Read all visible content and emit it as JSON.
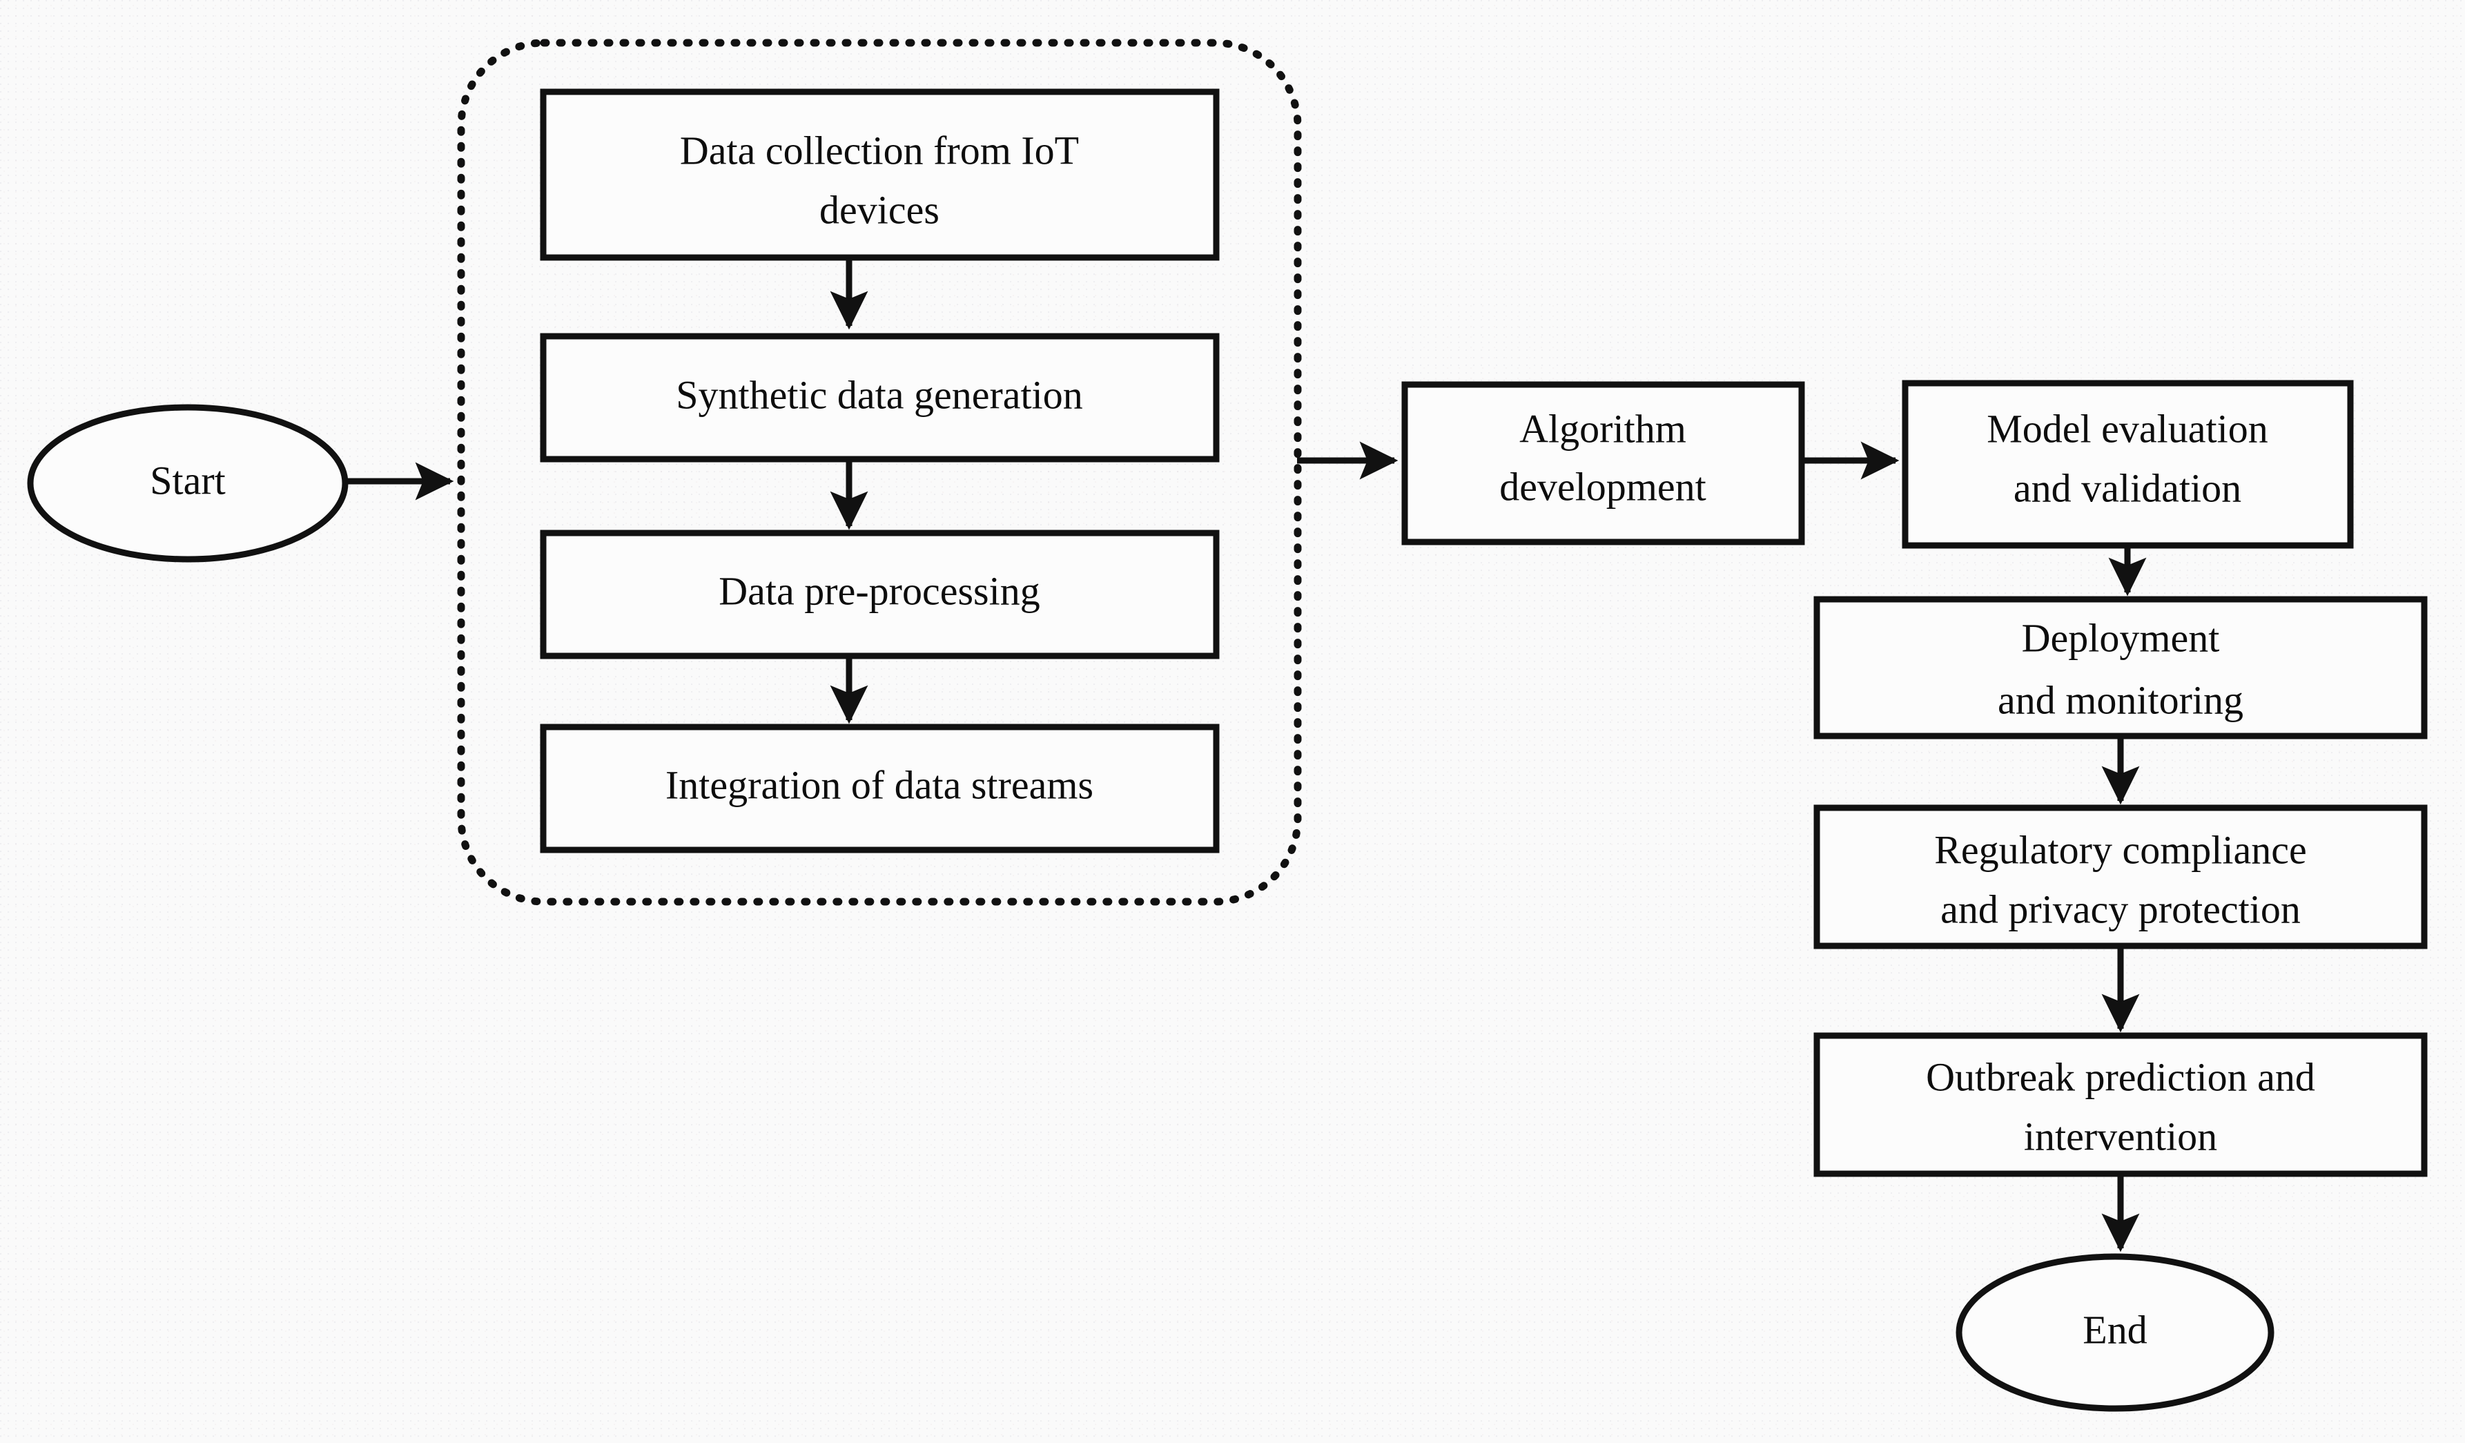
{
  "diagram": {
    "title": "IoT-driven outbreak prediction pipeline flowchart",
    "background_color": "#fafafa",
    "stroke_color": "#111111",
    "node_fill": "#fcfcfc",
    "group": {
      "style": "dotted-rounded-rectangle",
      "label": ""
    },
    "nodes": {
      "start": {
        "label": "Start",
        "shape": "ellipse"
      },
      "data_collection": {
        "line1": "Data collection from IoT",
        "line2": "devices",
        "shape": "rectangle"
      },
      "synthetic_data": {
        "line1": "Synthetic data generation",
        "line2": "",
        "shape": "rectangle"
      },
      "pre_processing": {
        "line1": "Data pre-processing",
        "line2": "",
        "shape": "rectangle"
      },
      "integration": {
        "line1": "Integration of data streams",
        "line2": "",
        "shape": "rectangle"
      },
      "algorithm": {
        "line1": "Algorithm",
        "line2": "development",
        "shape": "rectangle"
      },
      "model_eval": {
        "line1": "Model evaluation",
        "line2": "and validation",
        "shape": "rectangle"
      },
      "deployment": {
        "line1": "Deployment",
        "line2": "and monitoring",
        "shape": "rectangle"
      },
      "regulatory": {
        "line1": "Regulatory compliance",
        "line2": "and privacy protection",
        "shape": "rectangle"
      },
      "outbreak": {
        "line1": "Outbreak prediction and",
        "line2": "intervention",
        "shape": "rectangle"
      },
      "end": {
        "label": "End",
        "shape": "ellipse"
      }
    },
    "edges": [
      {
        "from": "start",
        "to": "data-group",
        "direction": "right"
      },
      {
        "from": "data_collection",
        "to": "synthetic_data",
        "direction": "down"
      },
      {
        "from": "synthetic_data",
        "to": "pre_processing",
        "direction": "down"
      },
      {
        "from": "pre_processing",
        "to": "integration",
        "direction": "down"
      },
      {
        "from": "data-group",
        "to": "algorithm",
        "direction": "right"
      },
      {
        "from": "algorithm",
        "to": "model_eval",
        "direction": "right"
      },
      {
        "from": "model_eval",
        "to": "deployment",
        "direction": "down"
      },
      {
        "from": "deployment",
        "to": "regulatory",
        "direction": "down"
      },
      {
        "from": "regulatory",
        "to": "outbreak",
        "direction": "down"
      },
      {
        "from": "outbreak",
        "to": "end",
        "direction": "down"
      }
    ]
  }
}
